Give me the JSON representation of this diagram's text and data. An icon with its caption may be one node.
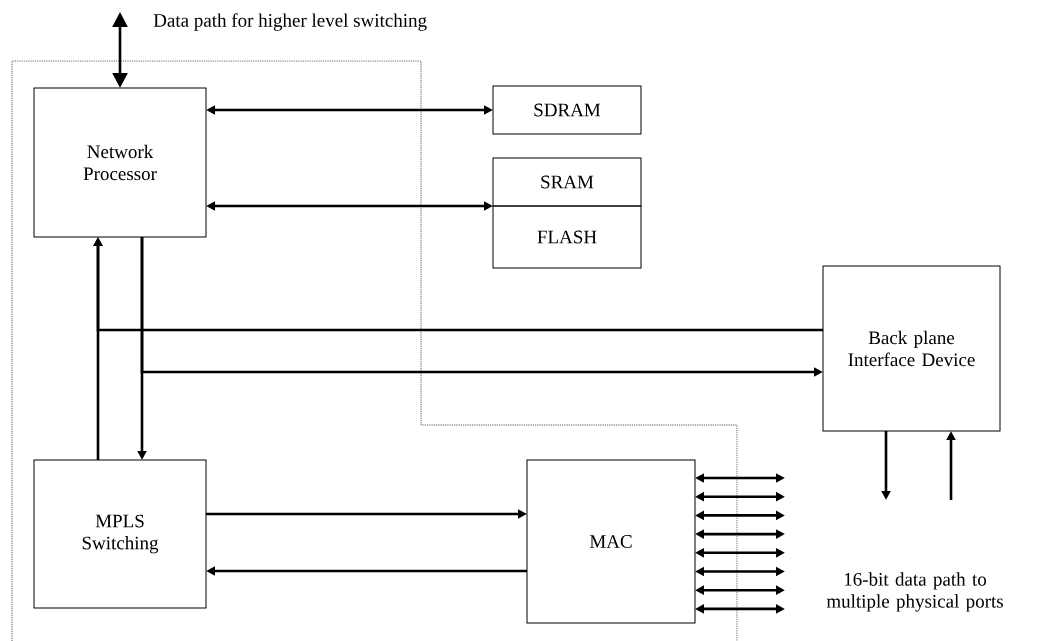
{
  "diagram": {
    "nodes": [
      {
        "text": [
          "Network Processor"
        ]
      },
      {
        "text": [
          "SDRAM"
        ]
      },
      {
        "text": [
          "SRAM"
        ]
      },
      {
        "text": [
          "FLASH"
        ]
      },
      {
        "text": [
          "Back plane Interface Device"
        ]
      },
      {
        "text": [
          "MPLS Switching"
        ]
      },
      {
        "text": [
          "MAC"
        ]
      }
    ],
    "edges": [
      {
        "from": null,
        "to": 0,
        "arrow": "both"
      },
      {
        "from": 0,
        "to": 1,
        "arrow": "both"
      },
      {
        "from": 0,
        "to": 2,
        "arrow": "both"
      },
      {
        "from": 5,
        "to": 0,
        "arrow": "to"
      },
      {
        "from": 0,
        "to": 5,
        "arrow": "to"
      },
      {
        "from": 4,
        "to": 0,
        "arrow": "to"
      },
      {
        "from": 0,
        "to": 4,
        "arrow": "to"
      },
      {
        "from": 4,
        "to": null,
        "arrow": "to"
      },
      {
        "from": null,
        "to": 4,
        "arrow": "to"
      },
      {
        "from": 5,
        "to": 6,
        "arrow": "to"
      },
      {
        "from": 6,
        "to": 5,
        "arrow": "to"
      },
      {
        "from": 6,
        "to": null,
        "arrow": "both"
      },
      {
        "from": 6,
        "to": null,
        "arrow": "both"
      },
      {
        "from": 6,
        "to": null,
        "arrow": "both"
      },
      {
        "from": 6,
        "to": null,
        "arrow": "both"
      },
      {
        "from": 6,
        "to": null,
        "arrow": "both"
      },
      {
        "from": 6,
        "to": null,
        "arrow": "both"
      },
      {
        "from": 6,
        "to": null,
        "arrow": "both"
      },
      {
        "from": 6,
        "to": null,
        "arrow": "both"
      }
    ],
    "labels": [
      "Data path for higher level switching",
      "16-bit data path to multiple physical ports"
    ]
  }
}
